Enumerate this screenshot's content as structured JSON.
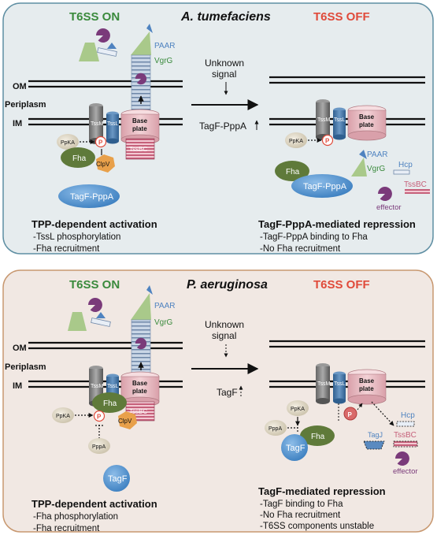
{
  "colors": {
    "top_panel_bg": "#e6ecee",
    "top_panel_border": "#5f8fa3",
    "bottom_panel_bg": "#f1e8e3",
    "bottom_panel_border": "#c89870",
    "on_green": "#3a8a3c",
    "off_red": "#e04a3a",
    "fha": "#5f7a3a",
    "tagf": "#5a96cf",
    "clpv": "#e8a04a",
    "tssbc": "#c6607a",
    "effector": "#7a3a7a",
    "vgrg": "#a9c98a",
    "paar": "#4f83c0"
  },
  "icons": [
    "effector-icon",
    "spike-icon",
    "hcp-tube-icon",
    "phosphate-icon",
    "arrow-icon",
    "inhibition-icon"
  ],
  "top": {
    "on_label": "T6SS ON",
    "species": "A. tumefaciens",
    "off_label": "T6SS OFF",
    "membranes": [
      "OM",
      "Periplasm",
      "IM"
    ],
    "left": {
      "proteins": {
        "paar": "PAAR",
        "vgrg": "VgrG",
        "tssm": "TssM",
        "tssl": "TssL",
        "baseplate": [
          "Base",
          "plate"
        ],
        "ppka": "PpKA",
        "p": "P",
        "fha": "Fha",
        "clpv": "ClpV",
        "tssbc": "TssBC",
        "tagf_ppa": "TagF-PppA"
      },
      "mechanism_title": "TPP-dependent activation",
      "mechanism_lines": [
        "-TssL phosphorylation",
        "-Fha recruitment"
      ]
    },
    "middle": {
      "signal": [
        "Unknown",
        "signal"
      ],
      "regulator": "TagF-PppA"
    },
    "right": {
      "proteins": {
        "tssm": "TssM",
        "tssl": "TssL",
        "baseplate": [
          "Base",
          "plate"
        ],
        "ppka": "PpKA",
        "p": "P",
        "fha": "Fha",
        "tagf_ppa": "TagF-PppA",
        "paar": "PAAR",
        "vgrg": "VgrG",
        "hcp": "Hcp",
        "tssbc": "TssBC",
        "effector": "effector"
      },
      "mechanism_title": "TagF-PppA-mediated repression",
      "mechanism_lines": [
        "-TagF-PppA binding to Fha",
        "-No Fha recruitment"
      ]
    }
  },
  "bottom": {
    "on_label": "T6SS ON",
    "species": "P. aeruginosa",
    "off_label": "T6SS OFF",
    "membranes": [
      "OM",
      "Periplasm",
      "IM"
    ],
    "left": {
      "proteins": {
        "paar": "PAAR",
        "vgrg": "VgrG",
        "tssm": "TssM",
        "tssl": "TssL",
        "baseplate": [
          "Base",
          "plate"
        ],
        "ppka": "PpKA",
        "p": "P",
        "fha": "Fha",
        "clpv": "ClpV",
        "tssbc": "TssBC",
        "pppa": "PppA",
        "tagf": "TagF"
      },
      "mechanism_title": "TPP-dependent activation",
      "mechanism_lines": [
        "-Fha phosphorylation",
        "-Fha recruitment"
      ]
    },
    "middle": {
      "signal": [
        "Unknown",
        "signal"
      ],
      "regulator": "TagF"
    },
    "right": {
      "proteins": {
        "tssm": "TssM",
        "tssl": "TssL",
        "baseplate": [
          "Base",
          "plate"
        ],
        "ppka": "PpKA",
        "pppa": "PppA",
        "fha": "Fha",
        "tagf": "TagF",
        "tagj": "TagJ",
        "hcp": "Hcp",
        "tssbc": "TssBC",
        "effector": "effector"
      },
      "mechanism_title": "TagF-mediated repression",
      "mechanism_lines": [
        "-TagF binding to Fha",
        "-No Fha recruitment",
        "-T6SS components unstable"
      ]
    }
  }
}
